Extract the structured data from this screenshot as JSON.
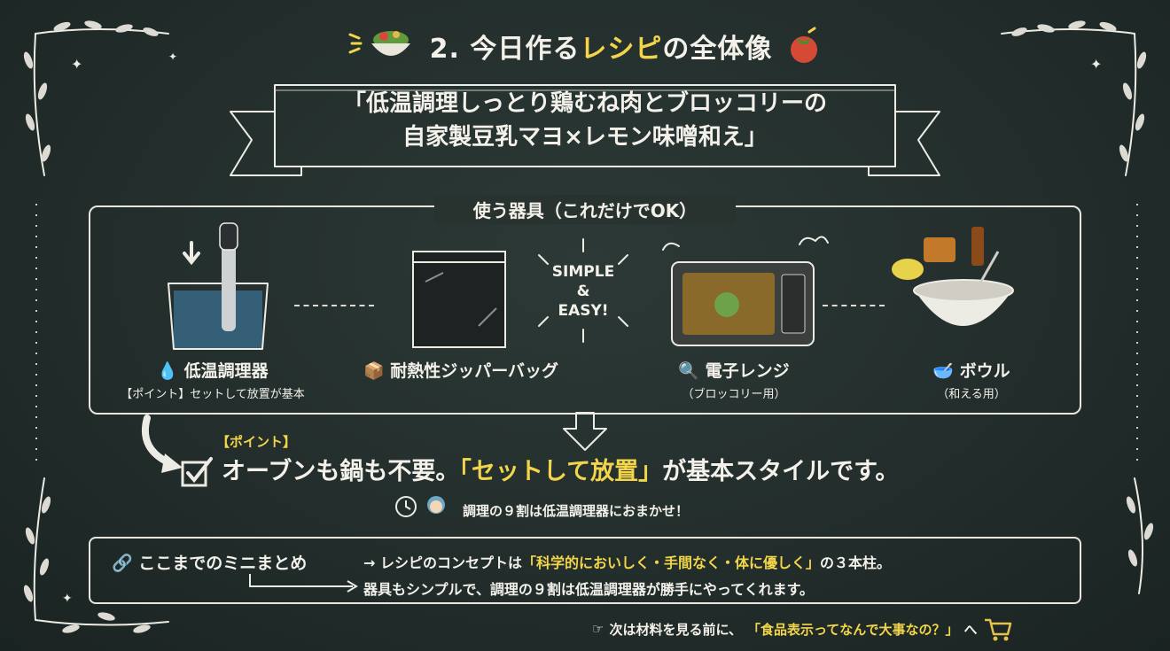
{
  "title": {
    "prefix": "2. 今日作る",
    "highlight": "レシピ",
    "suffix": "の全体像",
    "icon_left": "salad-bowl-icon",
    "icon_right": "tomato-icon"
  },
  "banner": {
    "line1": "「低温調理しっとり鶏むね肉とブロッコリーの",
    "line2": "自家製豆乳マヨ×レモン味噌和え」"
  },
  "tools": {
    "heading": "使う器具（これだけでOK）",
    "simple": {
      "line1": "SIMPLE",
      "line2": "&",
      "line3": "EASY!"
    },
    "items": [
      {
        "name": "低温調理器",
        "sub": "【ポイント】セットして放置が基本",
        "icon": "water-drop-icon"
      },
      {
        "name": "耐熱性ジッパーバッグ",
        "sub": "",
        "icon": "box-icon"
      },
      {
        "name": "電子レンジ",
        "sub": "（ブロッコリー用）",
        "icon": "magnifier-icon"
      },
      {
        "name": "ボウル",
        "sub": "（和える用）",
        "icon": "bowl-icon"
      }
    ]
  },
  "point": {
    "label": "【ポイント】",
    "main_before": "オーブンも鍋も不要。",
    "main_highlight": "「セットして放置」",
    "main_after": "が基本スタイルです。",
    "sub": "調理の９割は低温調理器におまかせ！"
  },
  "summary": {
    "title": "ここまでのミニまとめ",
    "line1_before": "→ レシピのコンセプトは",
    "line1_highlight": "「科学的においしく・手間なく・体に優しく」",
    "line1_after": "の３本柱。",
    "line2": "器具もシンプルで、調理の９割は低温調理器が勝手にやってくれます。"
  },
  "footer": {
    "before": "次は材料を見る前に、",
    "highlight": "「食品表示ってなんで大事なの？」",
    "after": "へ"
  },
  "colors": {
    "board": "#232e2c",
    "chalk": "#f3f1ea",
    "accent_yellow": "#f2d54a"
  }
}
